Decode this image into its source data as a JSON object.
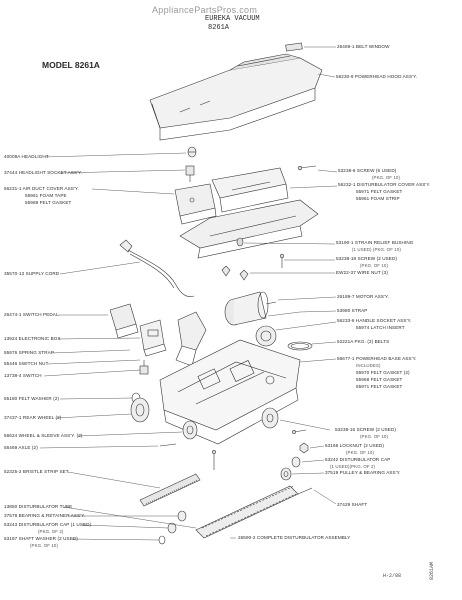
{
  "watermark": "AppliancePartsPros.com",
  "header": {
    "brand": "EUREKA VACUUM",
    "model_number": "8261A"
  },
  "model_label": "MODEL  8261A",
  "doc_code": "H-2/88",
  "footer_code": "8261AM",
  "right_labels": [
    {
      "text": "26469-1 BELT WINDOW"
    },
    {
      "text": "56230-9 POWERHEAD HOOD ASS'Y."
    },
    {
      "text": "53238-6 SCREW (6 USED)"
    },
    {
      "text": "(PKG. OF 10)"
    },
    {
      "text": "56232-1 DISTURBULATOR COVER ASS'Y."
    },
    {
      "text": "55971 FELT GASKET"
    },
    {
      "text": "55961 FOAM STRIP"
    },
    {
      "text": "53190-1 STRAIN RELIEF BUSHING"
    },
    {
      "text": "(1 USED) (PKG. OF 10)"
    },
    {
      "text": "53238-18 SCREW (2 USED)"
    },
    {
      "text": "(PKG. OF 10)"
    },
    {
      "text": "EW22-37 WIRE NUT (3)"
    },
    {
      "text": "26189-7 MOTOR ASS'Y."
    },
    {
      "text": "53980 STRAP"
    },
    {
      "text": "56233-6 HANDLE SOCKET ASS'Y."
    },
    {
      "text": "55974 LATCH INSERT"
    },
    {
      "text": "52221A PKG. (2) BELTS"
    },
    {
      "text": "56677-1 POWERHEAD BASE ASS'Y."
    },
    {
      "text": "INCLUDES)"
    },
    {
      "text": "55970 FELT GASKET (2)"
    },
    {
      "text": "55968 FELT GASKET"
    },
    {
      "text": "55971 FELT GASKET"
    },
    {
      "text": "53238-16 SCREW (2 USED)"
    },
    {
      "text": "(PKG. OF 10)"
    },
    {
      "text": "53168 LOCKNUT (2 USED)"
    },
    {
      "text": "(PKG. OF 10)"
    },
    {
      "text": "53242 DISTURBULATOR CAP"
    },
    {
      "text": "(1 USED)(PKG. OF 2)"
    },
    {
      "text": "37519 PULLEY & BEARING ASS'Y."
    },
    {
      "text": "37429 SHAFT"
    },
    {
      "text": "26590-2 COMPLETE DISTURBULATOR ASSEMBLY"
    }
  ],
  "left_labels": [
    {
      "text": "40009A HEADLIGHT"
    },
    {
      "text": "37444 HEADLIGHT SOCKET ASS'Y."
    },
    {
      "text": "56231-1 AIR DUCT COVER ASS'Y."
    },
    {
      "text": "55961 FOAM TAPE"
    },
    {
      "text": "55969 FELT GASKET"
    },
    {
      "text": "35570-13 SUPPLY CORD"
    },
    {
      "text": "26474-1 SWITCH PEDAL"
    },
    {
      "text": "13924 ELECTRONIC BOX"
    },
    {
      "text": "55976 SPRING STRAP"
    },
    {
      "text": "55446 SWITCH NUT"
    },
    {
      "text": "13738-4 SWITCH"
    },
    {
      "text": "55180 FELT WASHER (2)"
    },
    {
      "text": "37437-1 REAR WHEEL (2)"
    },
    {
      "text": "56624 WHEEL & SLEEVE ASS'Y. (2)"
    },
    {
      "text": "56469 AXLE (2)"
    },
    {
      "text": "52325-2 BRISTLE STRIP SET"
    },
    {
      "text": "13850 DISTURBULATOR TUBE"
    },
    {
      "text": "37578 BEARING & RETAINER ASS'Y."
    },
    {
      "text": "53243 DISTURBULATOR CAP (1 USED)"
    },
    {
      "text": "(PKG. OF 2)"
    },
    {
      "text": "53167 SHAFT WASHER (2 USED)"
    },
    {
      "text": "(PKG. OF 10)"
    }
  ]
}
